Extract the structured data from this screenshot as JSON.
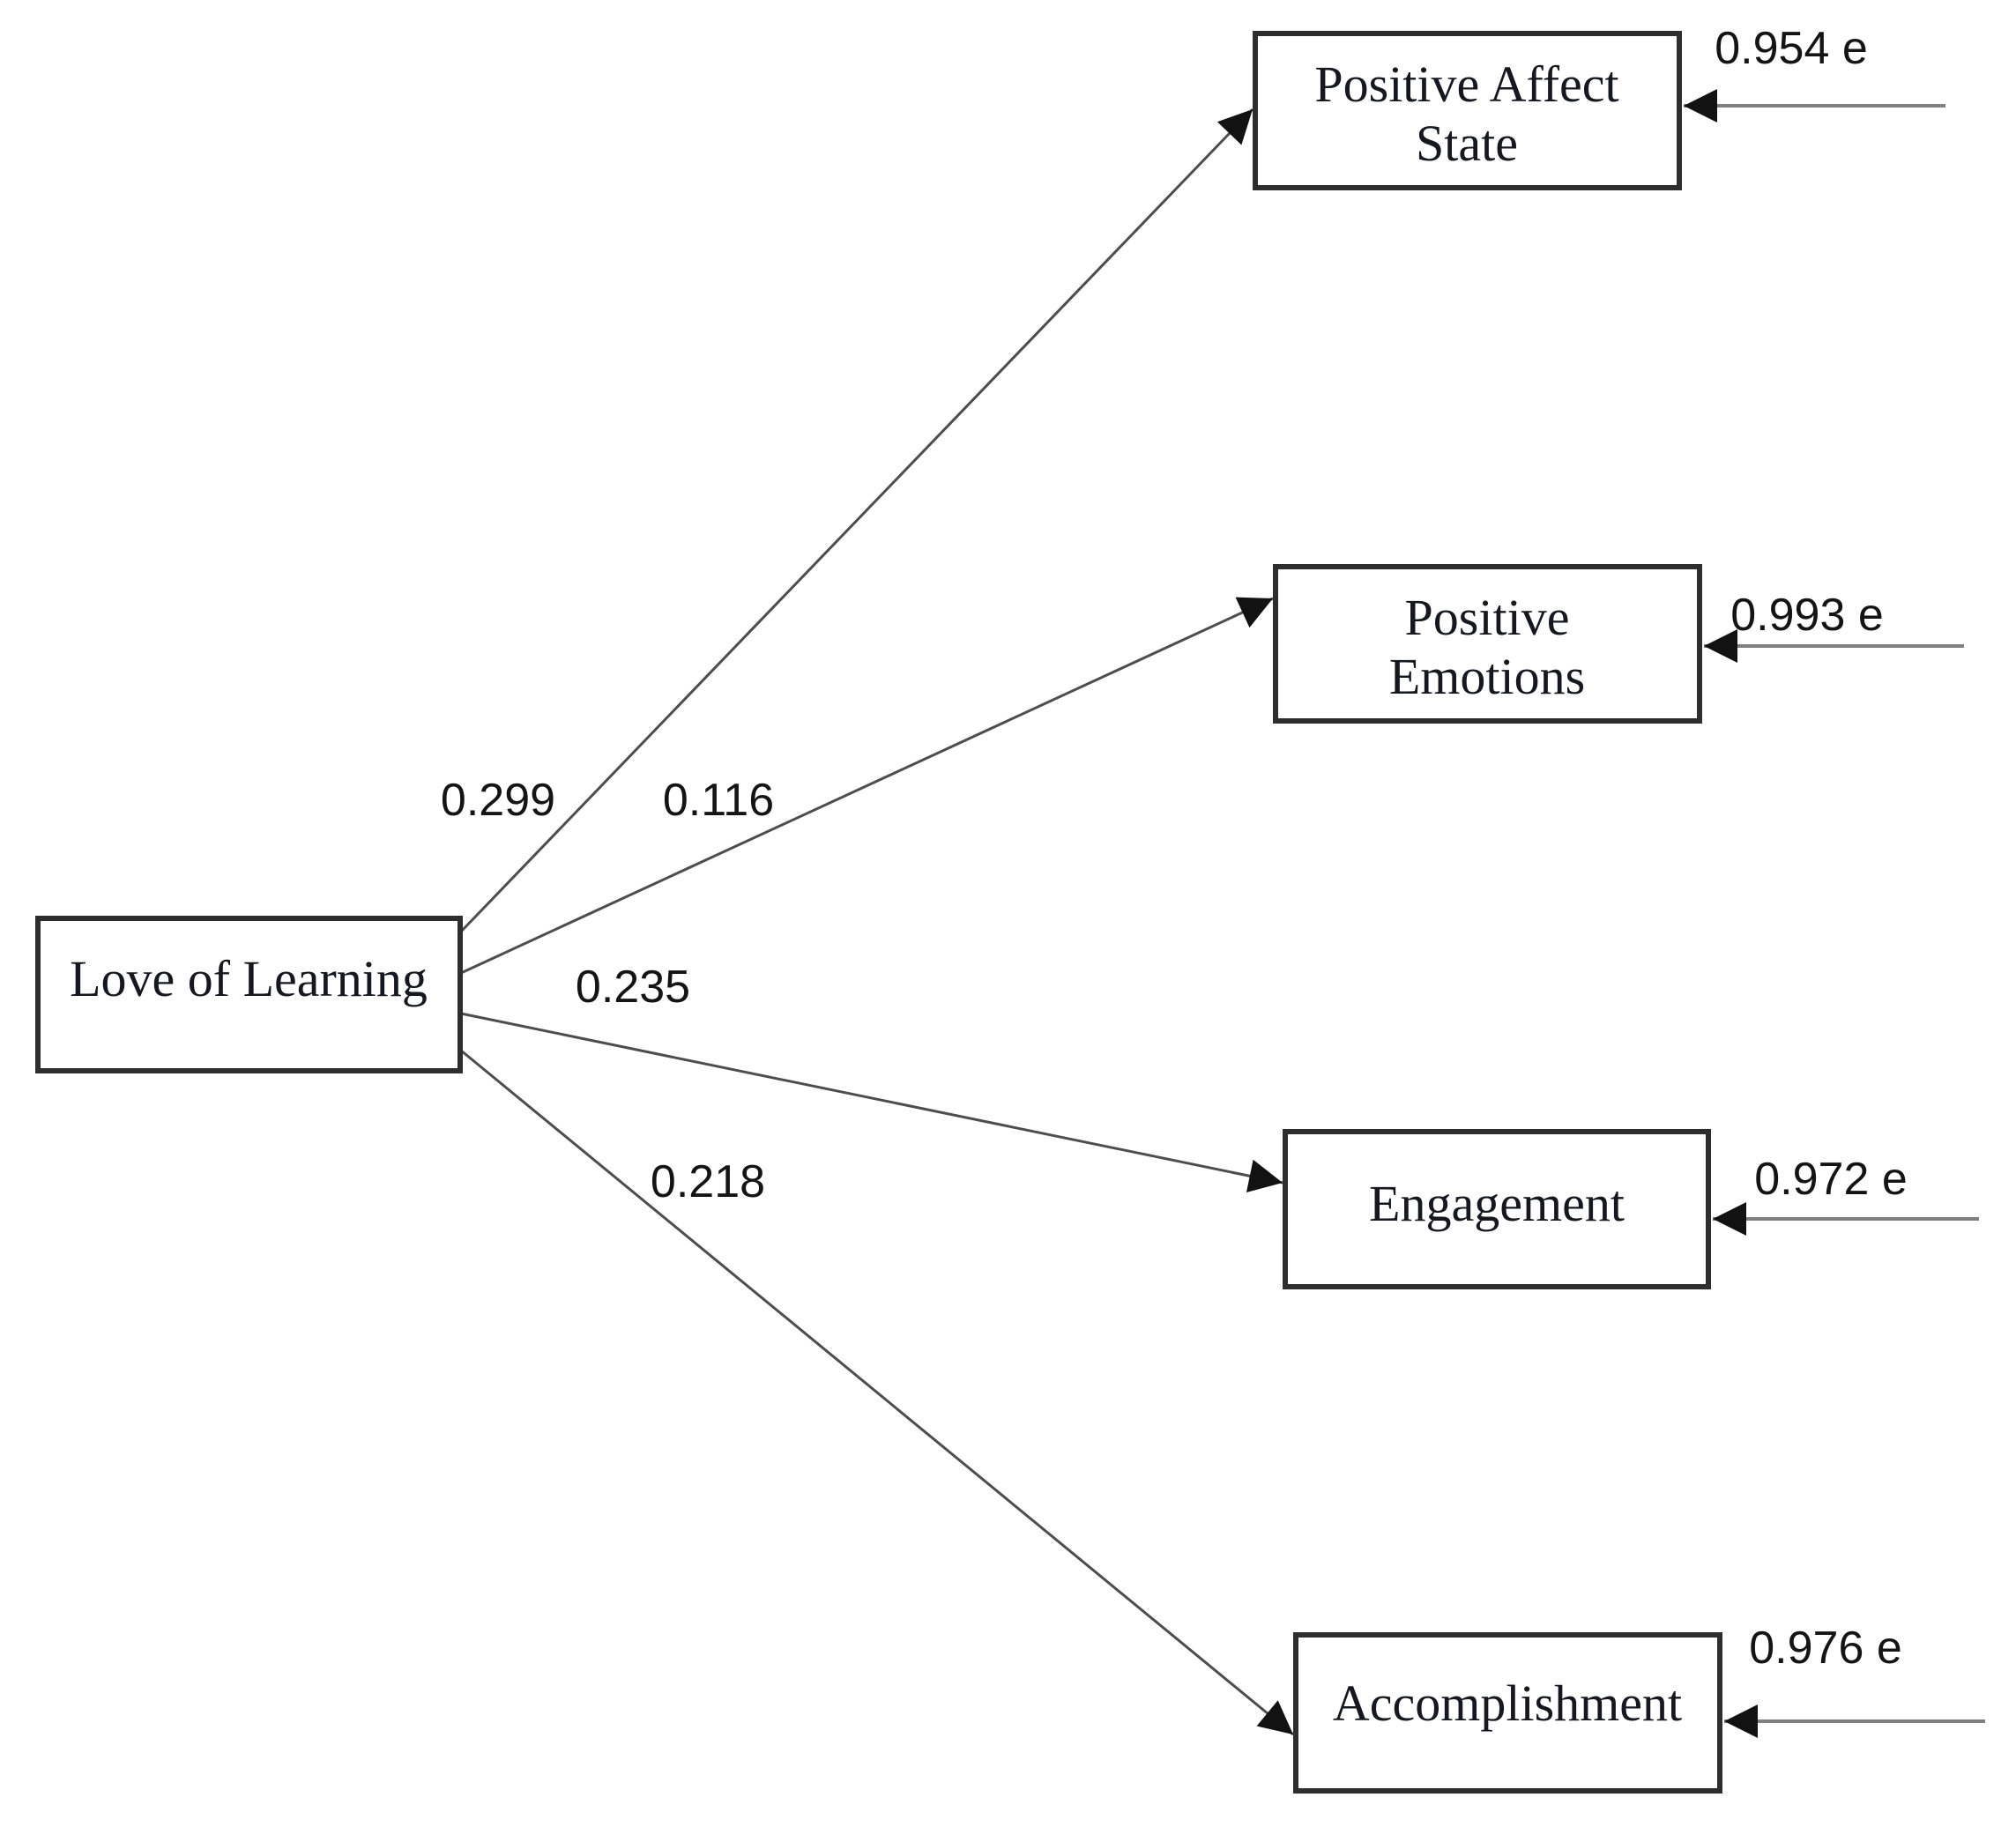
{
  "figure": {
    "type": "sem-path-diagram",
    "source": {
      "label": "Love of Learning"
    },
    "paths": [
      {
        "name": "Positive Affect State",
        "label_lines": [
          "Positive Affect",
          "State"
        ],
        "coefficient": "0.299",
        "error_label": "0.954 e"
      },
      {
        "name": "Positive Emotions",
        "label_lines": [
          "Positive",
          "Emotions"
        ],
        "coefficient": "0.116",
        "error_label": "0.993 e"
      },
      {
        "name": "Engagement",
        "label_lines": [
          "Engagement"
        ],
        "coefficient": "0.235",
        "error_label": "0.972 e"
      },
      {
        "name": "Accomplishment",
        "label_lines": [
          "Accomplishment"
        ],
        "coefficient": "0.218",
        "error_label": "0.976 e"
      }
    ],
    "colors": {
      "background": "#ffffff",
      "box_border": "#2e2e2e",
      "label_text": "#16181f",
      "path_line": "#4d4d4d",
      "error_line": "#7f7f7f",
      "arrowhead": "#121212"
    }
  }
}
